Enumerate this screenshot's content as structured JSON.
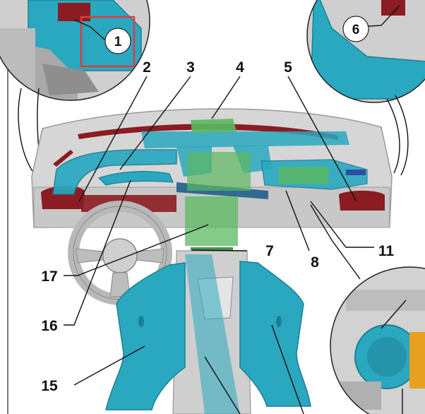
{
  "diagram": {
    "callouts": [
      "1",
      "2",
      "3",
      "4",
      "5",
      "6",
      "7",
      "8",
      "11",
      "15",
      "16",
      "17"
    ],
    "colors": {
      "duct": "#2aa8c0",
      "duct_dark": "#1b7f93",
      "dashboard": "#d4d4d4",
      "vent_red": "#8b1c22",
      "module_green": "#5bb860",
      "wheel": "#bdbdbd",
      "highlight_box": "#e23a3a",
      "hvac_orange": "#e8a020"
    }
  }
}
